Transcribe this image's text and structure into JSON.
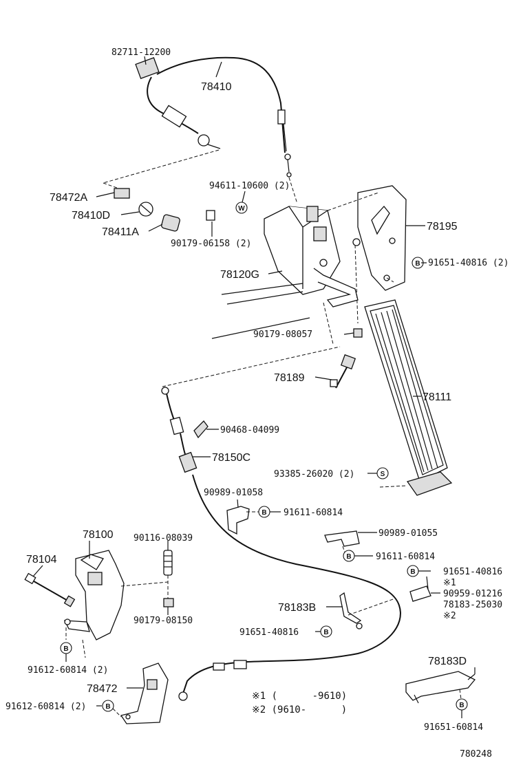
{
  "labels": {
    "p82711": "82711-12200",
    "p78410": "78410",
    "p94611": "94611-10600 (2)",
    "p78472A": "78472A",
    "p78410D": "78410D",
    "p78411A": "78411A",
    "p90179_06158": "90179-06158 (2)",
    "p78195": "78195",
    "p91651_40816_2": "91651-40816 (2)",
    "p78120G": "78120G",
    "p90179_08057": "90179-08057",
    "p78189": "78189",
    "p78111": "78111",
    "p90468": "90468-04099",
    "p78150C": "78150C",
    "p93385": "93385-26020 (2)",
    "p90989_01058": "90989-01058",
    "p91611_a": "91611-60814",
    "p78100": "78100",
    "p90116": "90116-08039",
    "p90989_01055": "90989-01055",
    "p78104": "78104",
    "p91611_b": "91611-60814",
    "p91651_40816_a": "91651-40816",
    "p_mark1": "※1",
    "p90959": "90959-01216",
    "p78183_25030": "78183-25030",
    "p_mark2": "※2",
    "p78183B": "78183B",
    "p90179_08150": "90179-08150",
    "p91651_40816_b": "91651-40816",
    "p91612_a": "91612-60814 (2)",
    "p78183D": "78183D",
    "p78472": "78472",
    "p91612_b": "91612-60814 (2)",
    "p91651_60814": "91651-60814"
  },
  "symbols": {
    "W": "W",
    "B": "B",
    "S": "S"
  },
  "notes": {
    "n1": "※1 (      -9610)",
    "n2": "※2 (9610-      )"
  },
  "figure_number": "780248"
}
